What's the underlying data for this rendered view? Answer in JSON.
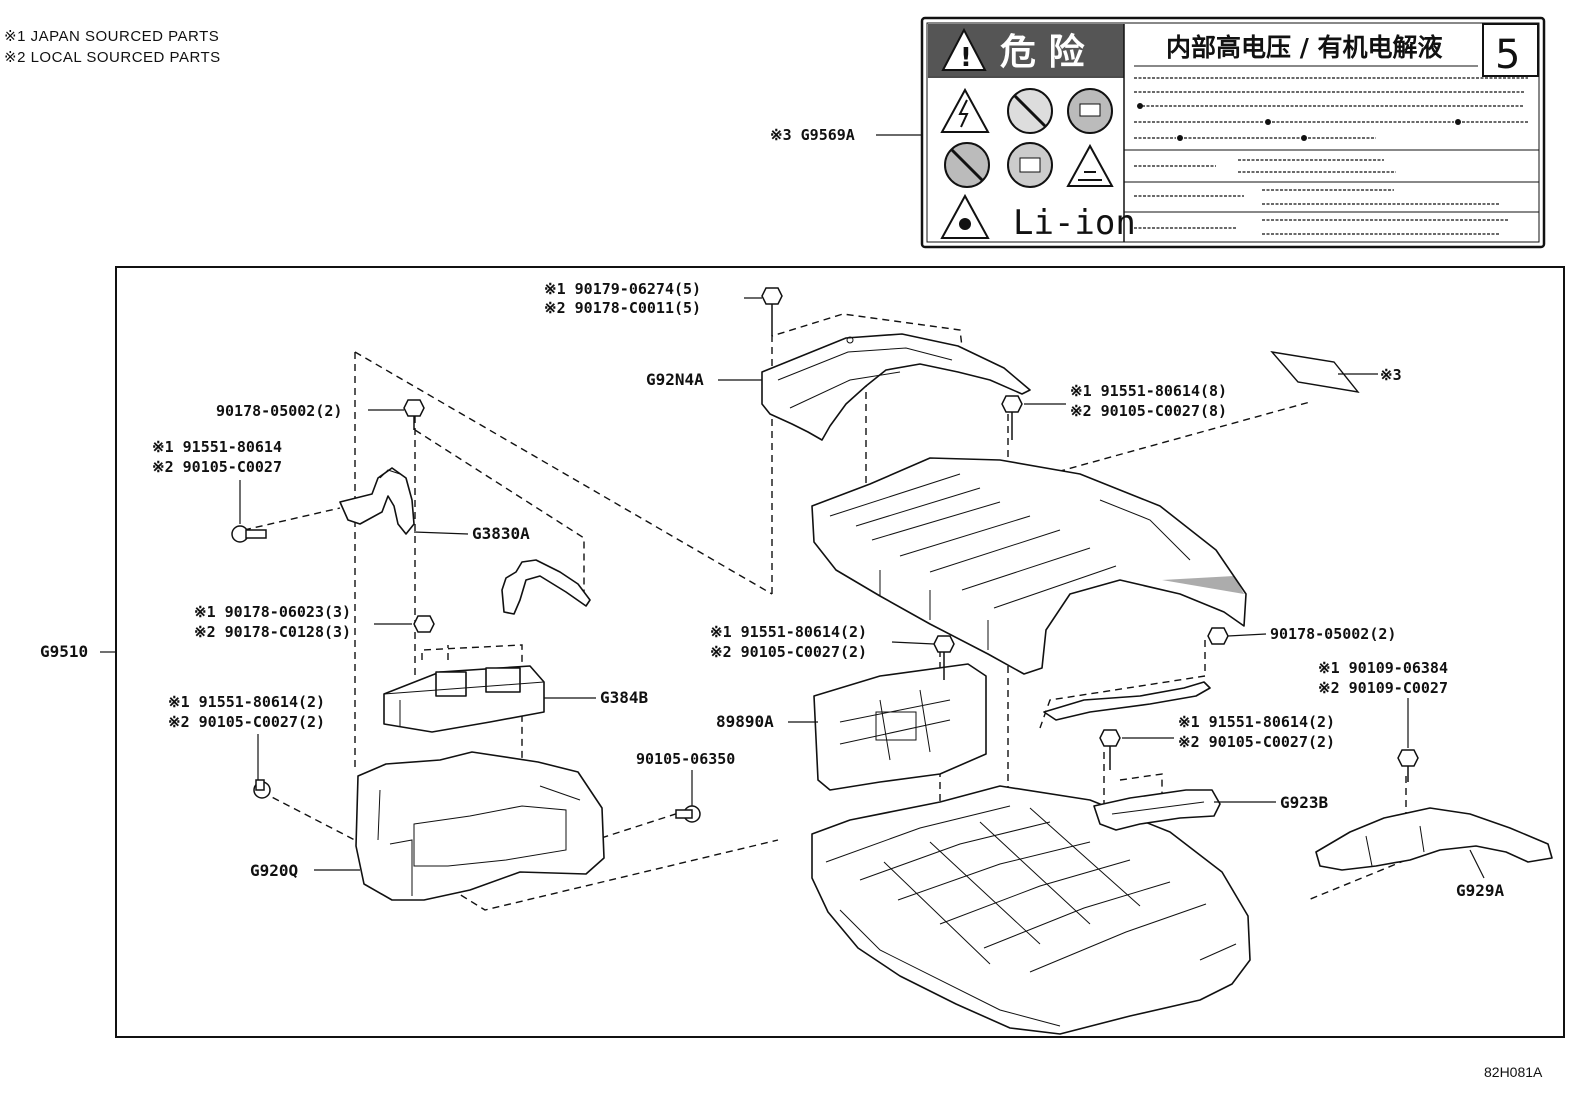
{
  "legend": {
    "line1": "※1 JAPAN SOURCED PARTS",
    "line2": "※2 LOCAL SOURCED PARTS"
  },
  "label": {
    "part_number": "※3 G9569A",
    "danger_text": "危 险",
    "title": "内部高电压 / 有机电解液",
    "number": "5",
    "liion": "Li-ion"
  },
  "assembly": {
    "part_number": "G9510"
  },
  "callouts": {
    "top_nut_1": "※1 90179-06274(5)",
    "top_nut_2": "※2 90178-C0011(5)",
    "g92n4a": "G92N4A",
    "bolt8_1": "※1 91551-80614(8)",
    "bolt8_2": "※2 90105-C0027(8)",
    "label_ref": "※3",
    "nut_left": "90178-05002(2)",
    "bolt_left_1": "※1 91551-80614",
    "bolt_left_2": "※2 90105-C0027",
    "g3830a": "G3830A",
    "nut3_1": "※1 90178-06023(3)",
    "nut3_2": "※2 90178-C0128(3)",
    "g384b": "G384B",
    "bolt2a_1": "※1 91551-80614(2)",
    "bolt2a_2": "※2 90105-C0027(2)",
    "bolt_mid": "90105-06350",
    "g920q": "G920Q",
    "bolt2b_1": "※1 91551-80614(2)",
    "bolt2b_2": "※2 90105-C0027(2)",
    "part_89890a": "89890A",
    "nut_right": "90178-05002(2)",
    "bolt2c_1": "※1 91551-80614(2)",
    "bolt2c_2": "※2 90105-C0027(2)",
    "g923b": "G923B",
    "bolt_rt_1": "※1 90109-06384",
    "bolt_rt_2": "※2 90109-C0027",
    "g929a": "G929A"
  },
  "figure_ref": "82H081A"
}
